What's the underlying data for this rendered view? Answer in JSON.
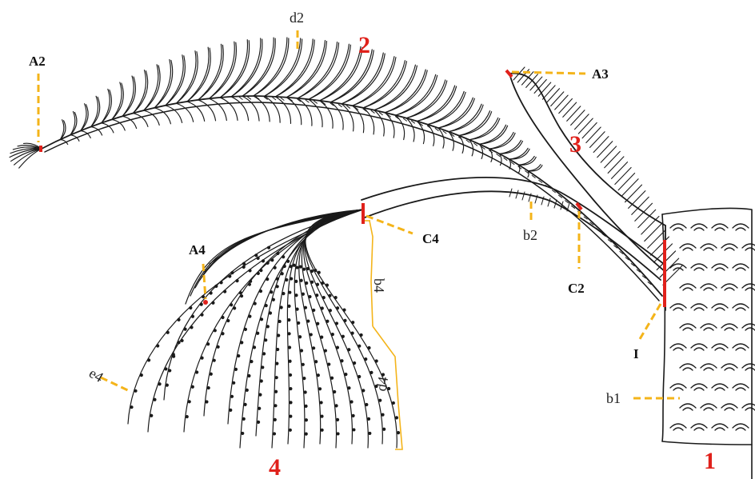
{
  "colors": {
    "ink": "#1a1a1a",
    "leader": "#f4b41a",
    "marker": "#e0211b",
    "part_number": "#e0211b"
  },
  "labels": {
    "A2": "A2",
    "A3": "A3",
    "A4": "A4",
    "C2": "C2",
    "C4": "C4",
    "I": "I",
    "b1": "b1",
    "b2": "b2",
    "b4": "b4",
    "d2": "d2",
    "d4": "d4",
    "e4": "e4"
  },
  "part_numbers": {
    "p1": "1",
    "p2": "2",
    "p3": "3",
    "p4": "4"
  }
}
